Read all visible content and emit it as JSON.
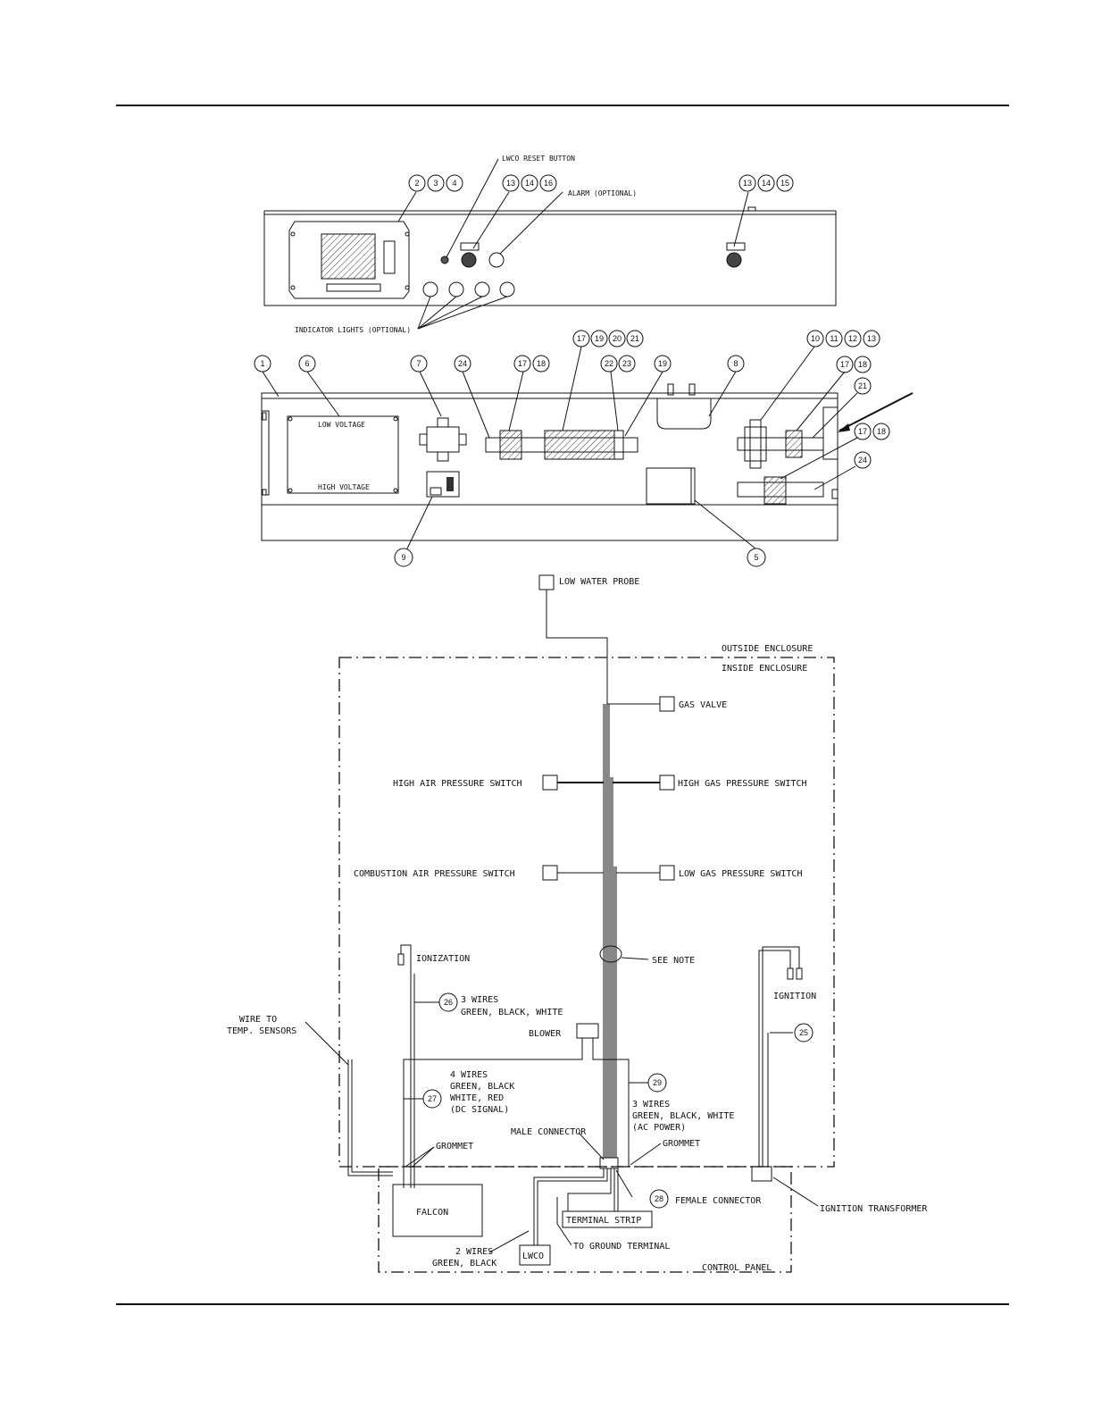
{
  "panel_labels": {
    "lwco_reset_button": "LWCO RESET BUTTON",
    "alarm_optional": "ALARM (OPTIONAL)",
    "indicator_lights": "INDICATOR LIGHTS (OPTIONAL)",
    "low_voltage": "LOW VOLTAGE",
    "high_voltage": "HIGH VOLTAGE"
  },
  "callouts": {
    "c2": "2",
    "c3": "3",
    "c4": "4",
    "c13a": "13",
    "c14a": "14",
    "c16": "16",
    "c13b": "13",
    "c14b": "14",
    "c15": "15",
    "c1": "1",
    "c6": "6",
    "c7": "7",
    "c24a": "24",
    "c17a": "17",
    "c18a": "18",
    "c17b": "17",
    "c19a": "19",
    "c20": "20",
    "c21": "21",
    "c22": "22",
    "c23": "23",
    "c19b": "19",
    "c8": "8",
    "c10": "10",
    "c11": "11",
    "c12": "12",
    "c13c": "13",
    "c17c": "17",
    "c18c": "18",
    "c21b": "21",
    "c17d": "17",
    "c18d": "18",
    "c24b": "24",
    "c9": "9",
    "c5": "5",
    "c26": "26",
    "c27": "27",
    "c29": "29",
    "c28": "28",
    "c25": "25"
  },
  "wiring_labels": {
    "low_water_probe": "LOW WATER PROBE",
    "outside_enclosure": "OUTSIDE ENCLOSURE",
    "inside_enclosure": "INSIDE ENCLOSURE",
    "gas_valve": "GAS VALVE",
    "high_air_pressure_switch": "HIGH AIR PRESSURE SWITCH",
    "high_gas_pressure_switch": "HIGH GAS PRESSURE SWITCH",
    "combustion_air_pressure_switch": "COMBUSTION AIR PRESSURE SWITCH",
    "low_gas_pressure_switch": "LOW GAS PRESSURE SWITCH",
    "ionization": "IONIZATION",
    "see_note": "SEE NOTE",
    "ignition": "IGNITION",
    "three_wires_1": "3 WIRES",
    "three_wires_1b": "GREEN, BLACK, WHITE",
    "wire_to_temp_1": "WIRE TO",
    "wire_to_temp_2": "TEMP. SENSORS",
    "blower": "BLOWER",
    "four_wires_1": "4 WIRES",
    "four_wires_2": "GREEN, BLACK",
    "four_wires_3": "WHITE, RED",
    "four_wires_4": "(DC SIGNAL)",
    "three_wires_2a": "3 WIRES",
    "three_wires_2b": "GREEN, BLACK, WHITE",
    "three_wires_2c": "(AC POWER)",
    "male_connector": "MALE CONNECTOR",
    "grommet_left": "GROMMET",
    "grommet_right": "GROMMET",
    "female_connector": "FEMALE CONNECTOR",
    "ignition_transformer": "IGNITION TRANSFORMER",
    "falcon": "FALCON",
    "terminal_strip": "TERMINAL STRIP",
    "to_ground_terminal": "TO GROUND TERMINAL",
    "two_wires_1": "2 WIRES",
    "two_wires_2": "GREEN, BLACK",
    "lwco": "LWCO",
    "control_panel": "CONTROL PANEL"
  }
}
